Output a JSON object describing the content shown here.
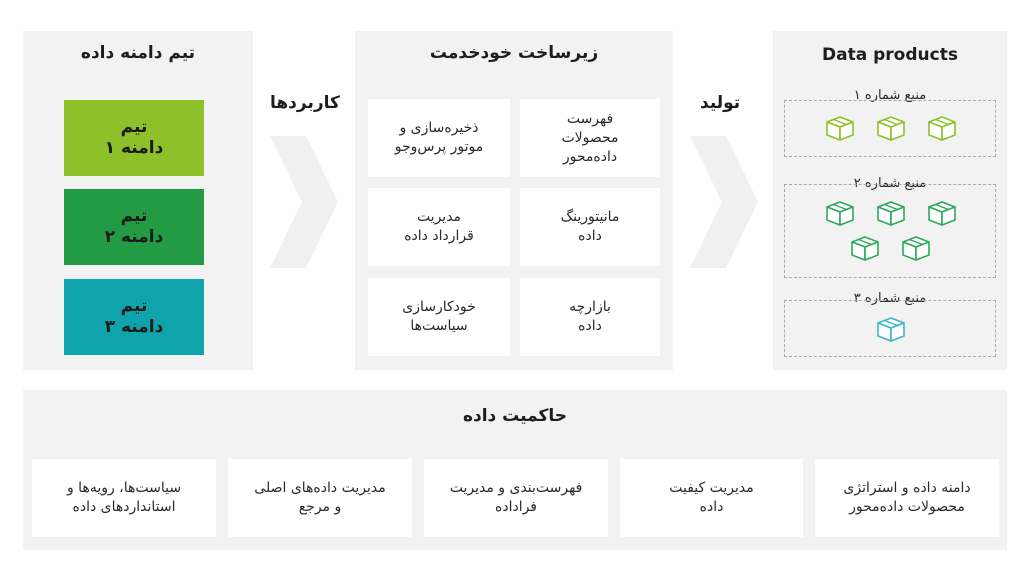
{
  "colors": {
    "panel_bg": "#f2f2f2",
    "team1": "#8ec02a",
    "team2": "#239b45",
    "team3": "#0fa3ab",
    "cube_green_light": "#8ec02a",
    "cube_green_dark": "#2ea95a",
    "cube_teal": "#3bb6c8"
  },
  "domain_team": {
    "title": "تیم دامنه داده",
    "teams": [
      "تیم\nدامنه ۱",
      "تیم\nدامنه ۲",
      "تیم\nدامنه ۳"
    ]
  },
  "arrow1_label": "کاربردها",
  "self_serve": {
    "title": "زیرساخت خودخدمت",
    "items": [
      "فهرست\nمحصولات\nداده‌محور",
      "ذخیره‌سازی و\nموتور پرس‌وجو",
      "مانیتورینگ\nداده",
      "مدیریت\nقرارداد داده",
      "بازارچه\nداده",
      "خودکارسازی\nسیاست‌ها"
    ]
  },
  "arrow2_label": "تولید",
  "data_products": {
    "title": "Data products",
    "sources": [
      {
        "label": "منبع شماره ۱",
        "icon": "box-icon",
        "count": 3
      },
      {
        "label": "منبع شماره ۲",
        "icon": "box-icon",
        "count": 5
      },
      {
        "label": "منبع شماره ۳",
        "icon": "box-icon",
        "count": 1
      }
    ]
  },
  "governance": {
    "title": "حاکمیت داده",
    "items": [
      "دامنه داده و استراتژی\nمحصولات داده‌محور",
      "مدیریت کیفیت\nداده",
      "فهرست‌بندی و مدیریت\nفراداده",
      "مدیریت داده‌های اصلی\nو مرجع",
      "سیاست‌ها، رویه‌ها و\nاستانداردهای داده"
    ]
  }
}
